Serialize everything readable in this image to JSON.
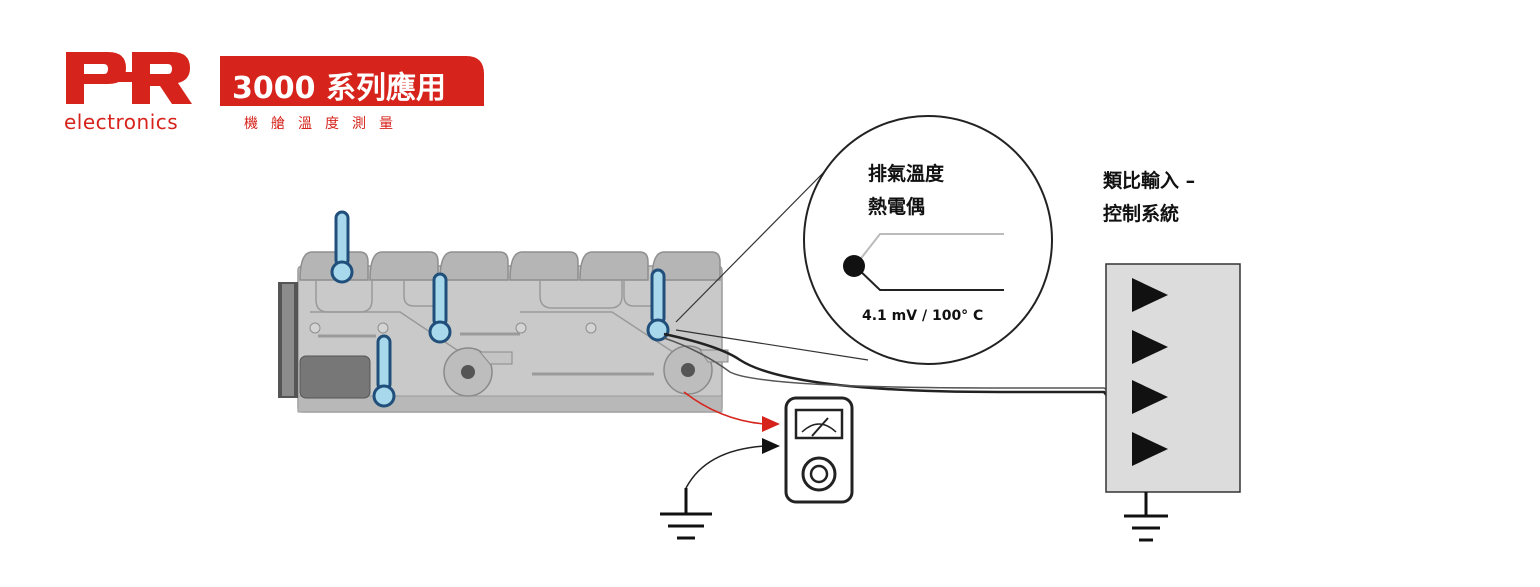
{
  "brand": {
    "logo_text": "PR",
    "logo_subtext": "electronics",
    "accent_color": "#d6241c"
  },
  "header": {
    "title": "3000 系列應用",
    "subtitle": "機艙溫度測量"
  },
  "callout": {
    "line1": "排氣溫度",
    "line2": "熱電偶",
    "value": "4.1 mV / 100° C"
  },
  "control_system": {
    "line1": "類比輸入 –",
    "line2": "控制系統",
    "input_count": 4
  },
  "icons": [
    "thermometer-icon",
    "voltmeter-icon",
    "ground-icon",
    "input-arrow-icon"
  ]
}
